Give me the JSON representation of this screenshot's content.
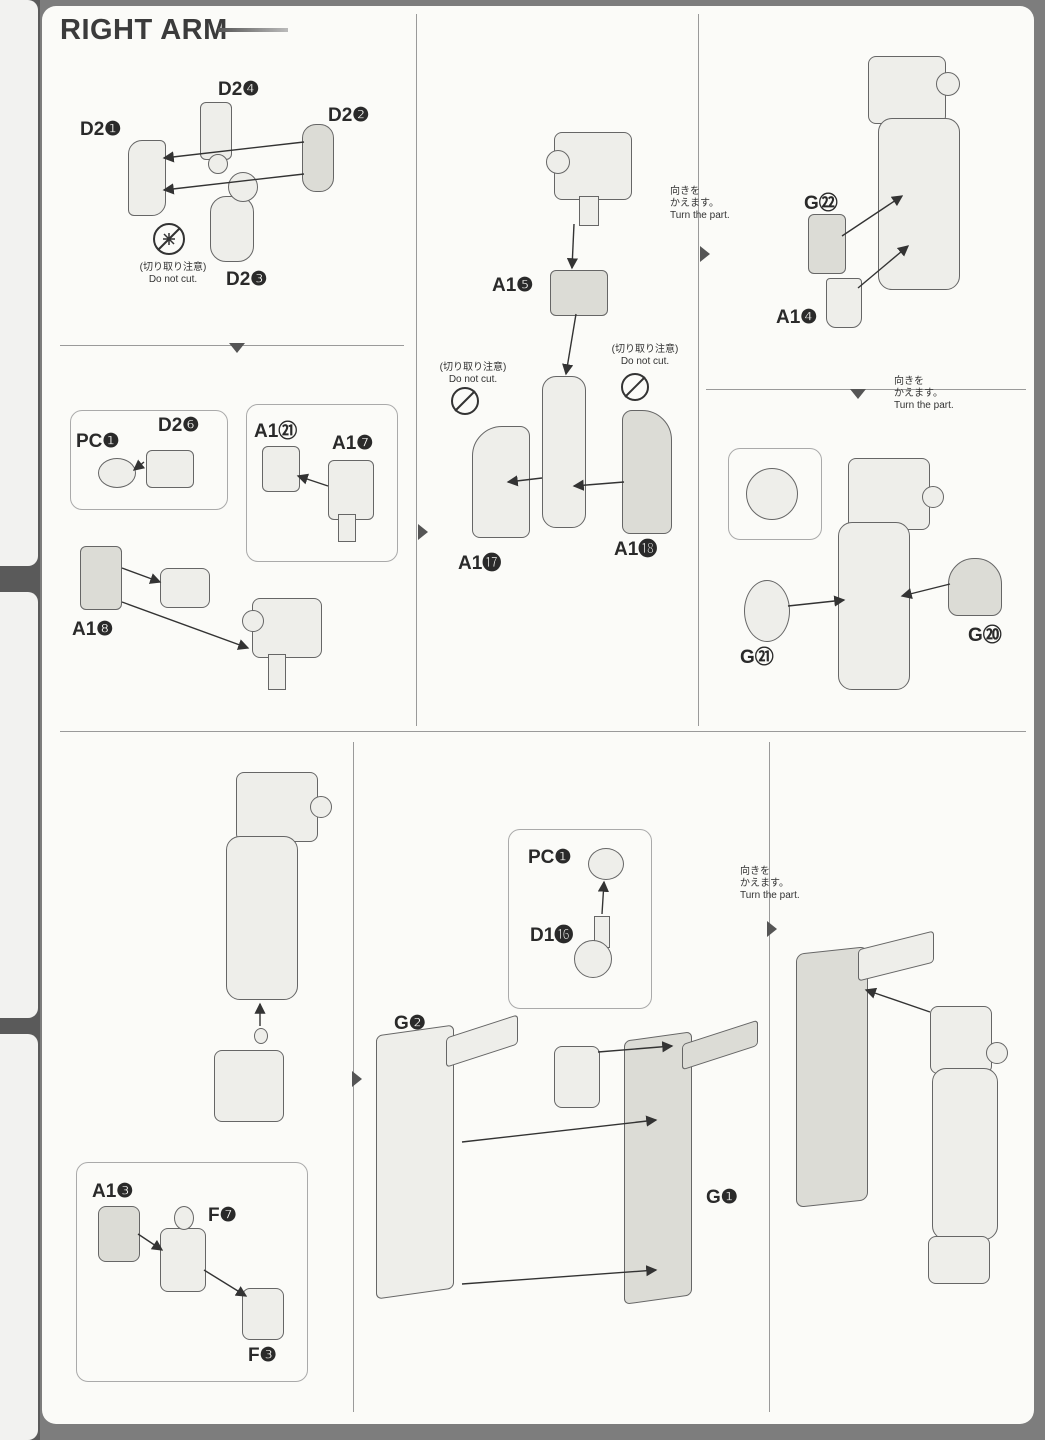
{
  "title": "RIGHT ARM",
  "notes": {
    "do_not_cut_jp": "(切り取り注意)",
    "do_not_cut_en": "Do not cut.",
    "turn_jp_1": "向きを",
    "turn_jp_2": "かえます。",
    "turn_en": "Turn the part."
  },
  "labels": {
    "d2_4": "D2❹",
    "d2_1": "D2❶",
    "d2_2": "D2❷",
    "d2_3": "D2❸",
    "a1_5": "A1❺",
    "a1_17": "A1⓱",
    "a1_18": "A1⓲",
    "g_22": "G㉒",
    "a1_4": "A1❹",
    "pc_1a": "PC❶",
    "d2_6": "D2❻",
    "a1_21": "A1㉑",
    "a1_7": "A1❼",
    "a1_8": "A1❽",
    "g_21": "G㉑",
    "g_20": "G⑳",
    "pc_1b": "PC❶",
    "d1_16": "D1⓰",
    "g_2": "G❷",
    "g_1": "G❶",
    "a1_3": "A1❸",
    "f_7": "F❼",
    "f_3": "F❸"
  }
}
